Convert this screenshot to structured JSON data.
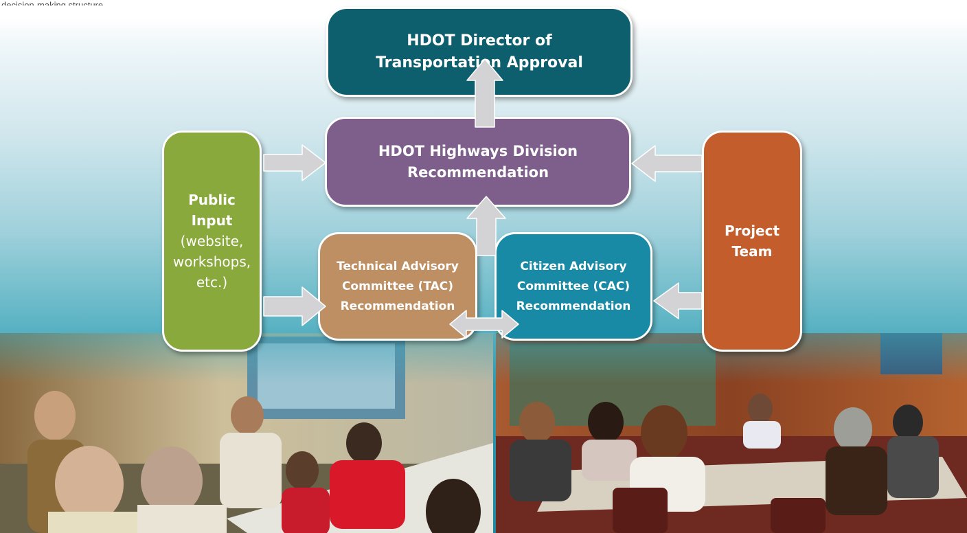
{
  "caption": "decision-making structure",
  "diagram": {
    "director": {
      "lines": [
        "HDOT Director of",
        "Transportation Approval"
      ]
    },
    "highways": {
      "lines": [
        "HDOT Highways Division",
        "Recommendation"
      ]
    },
    "public_input": {
      "bold_lines": [
        "Public",
        "Input"
      ],
      "light_lines": [
        "(website,",
        "workshops,",
        "etc.)"
      ]
    },
    "tac": {
      "lines": [
        "Technical Advisory",
        "Committee (TAC)",
        "Recommendation"
      ]
    },
    "cac": {
      "lines": [
        "Citizen Advisory",
        "Committee (CAC)",
        "Recommendation"
      ]
    },
    "project_team": {
      "lines": [
        "Project",
        "Team"
      ]
    }
  },
  "colors": {
    "director": "#0d5f6e",
    "highways": "#7e5f8c",
    "public_input": "#8aa93c",
    "tac": "#be8f63",
    "cac": "#198aa5",
    "project_team": "#c45d2c",
    "arrow": "#d3d3d6"
  }
}
